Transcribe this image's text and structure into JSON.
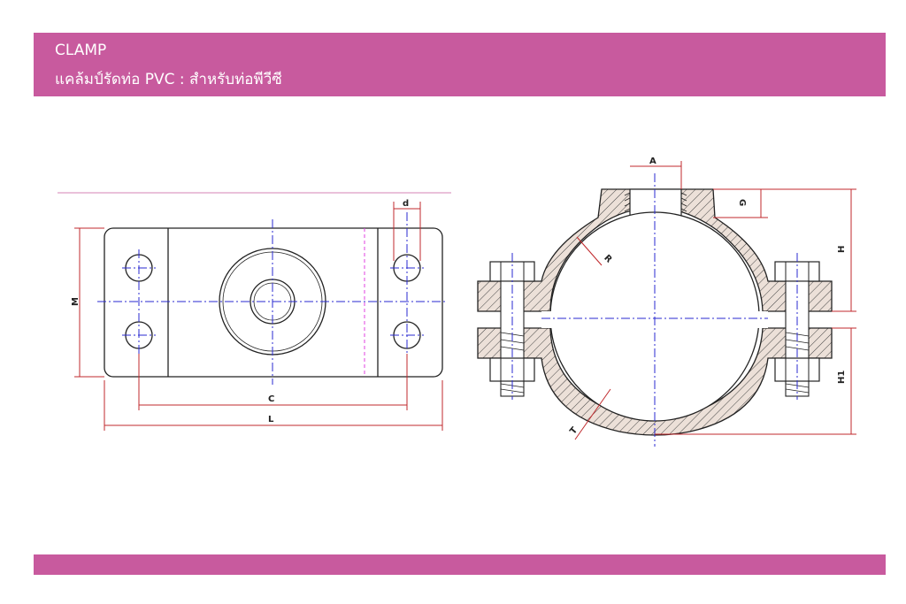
{
  "header": {
    "title": "CLAMP",
    "subtitle": "แคล้มป์รัดท่อ PVC : สำหรับท่อพีวีซี"
  },
  "dimensions": {
    "d": "d",
    "M": "M",
    "C": "C",
    "L": "L",
    "A": "A",
    "G": "G",
    "H": "H",
    "H1": "H1",
    "R": "R",
    "T": "T"
  },
  "colors": {
    "banner": "#c85a9e",
    "outline": "#222222",
    "centerline": "#2a2ad0",
    "dimension": "#c0282c",
    "hatch": "#e8d8cf"
  }
}
